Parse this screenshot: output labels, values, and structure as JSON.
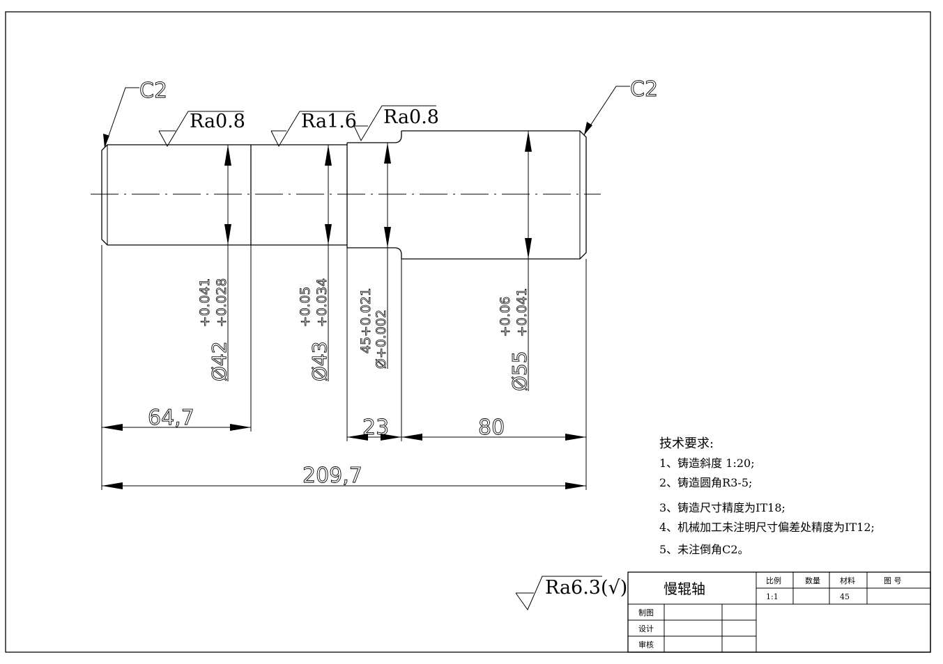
{
  "chamfer_left": "C2",
  "chamfer_right": "C2",
  "roughness": {
    "r1": "Ra0.8",
    "r2": "Ra1.6",
    "r3": "Ra0.8",
    "general": "Ra6.3",
    "general_suffix": "(√)"
  },
  "diameters": {
    "d1": {
      "base": "Ø42",
      "upper": "+0.041",
      "lower": "+0.028"
    },
    "d2": {
      "base": "Ø43",
      "upper": "+0.05",
      "lower": "+0.034"
    },
    "d3": {
      "line1": "45+0.021",
      "line2": "Ø+0.002"
    },
    "d4": {
      "base": "Ø55",
      "upper": "+0.06",
      "lower": "+0.041"
    }
  },
  "lengths": {
    "l1": "64,7",
    "l2": "23",
    "l3": "80",
    "total": "209,7"
  },
  "notes": {
    "heading": "技术要求:",
    "items": [
      "1、铸造斜度 1:20;",
      "2、铸造圆角R3-5;",
      "3、铸造尺寸精度为IT18;",
      "4、机械加工未注明尺寸偏差处精度为IT12;",
      "5、未注倒角C2。"
    ]
  },
  "title_block": {
    "part_name": "慢辊轴",
    "scale_label": "比例",
    "qty_label": "数量",
    "material_label": "材料",
    "drawing_no_label": "图 号",
    "scale_value": "1:1",
    "qty_value": "",
    "material_value": "45",
    "drawing_no_value": "",
    "drawn_label": "制图",
    "design_label": "设计",
    "review_label": "审核"
  }
}
